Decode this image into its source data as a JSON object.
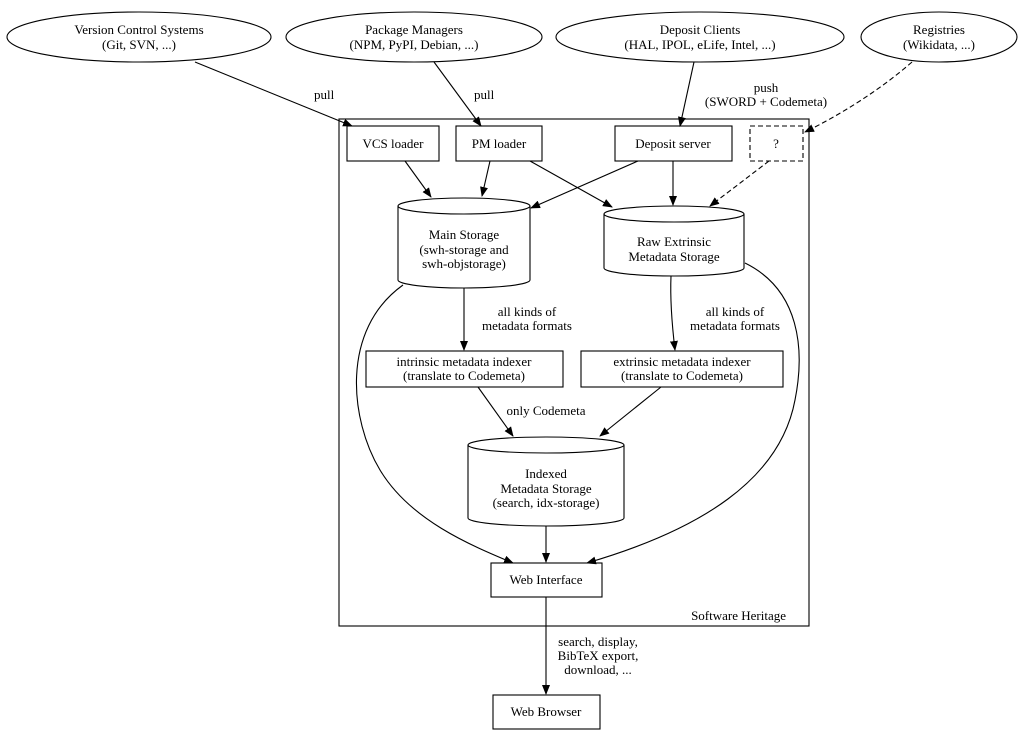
{
  "diagram": {
    "cluster_label": "Software Heritage",
    "sources": {
      "vcs": [
        "Version Control Systems",
        "(Git, SVN, ...)"
      ],
      "pm": [
        "Package Managers",
        "(NPM, PyPI, Debian, ...)"
      ],
      "deposit_clients": [
        "Deposit Clients",
        "(HAL, IPOL, eLife, Intel, ...)"
      ],
      "registries": [
        "Registries",
        "(Wikidata, ...)"
      ]
    },
    "nodes": {
      "vcs_loader": "VCS loader",
      "pm_loader": "PM loader",
      "deposit_server": "Deposit server",
      "unknown": "?",
      "main_storage": [
        "Main Storage",
        "(swh-storage and",
        "swh-objstorage)"
      ],
      "raw_storage": [
        "Raw Extrinsic",
        "Metadata Storage"
      ],
      "intrinsic_indexer": [
        "intrinsic metadata indexer",
        "(translate to Codemeta)"
      ],
      "extrinsic_indexer": [
        "extrinsic metadata indexer",
        "(translate to Codemeta)"
      ],
      "indexed_storage": [
        "Indexed",
        "Metadata Storage",
        "(search, idx-storage)"
      ],
      "web_interface": "Web Interface",
      "web_browser": "Web Browser"
    },
    "edge_labels": {
      "pull_vcs": "pull",
      "pull_pm": "pull",
      "push": [
        "push",
        "(SWORD + Codemeta)"
      ],
      "all_kinds_left": [
        "all kinds of",
        "metadata formats"
      ],
      "all_kinds_right": [
        "all kinds of",
        "metadata formats"
      ],
      "only_codemeta": "only Codemeta",
      "browser": [
        "search, display,",
        "BibTeX export,",
        "download, ..."
      ]
    }
  }
}
